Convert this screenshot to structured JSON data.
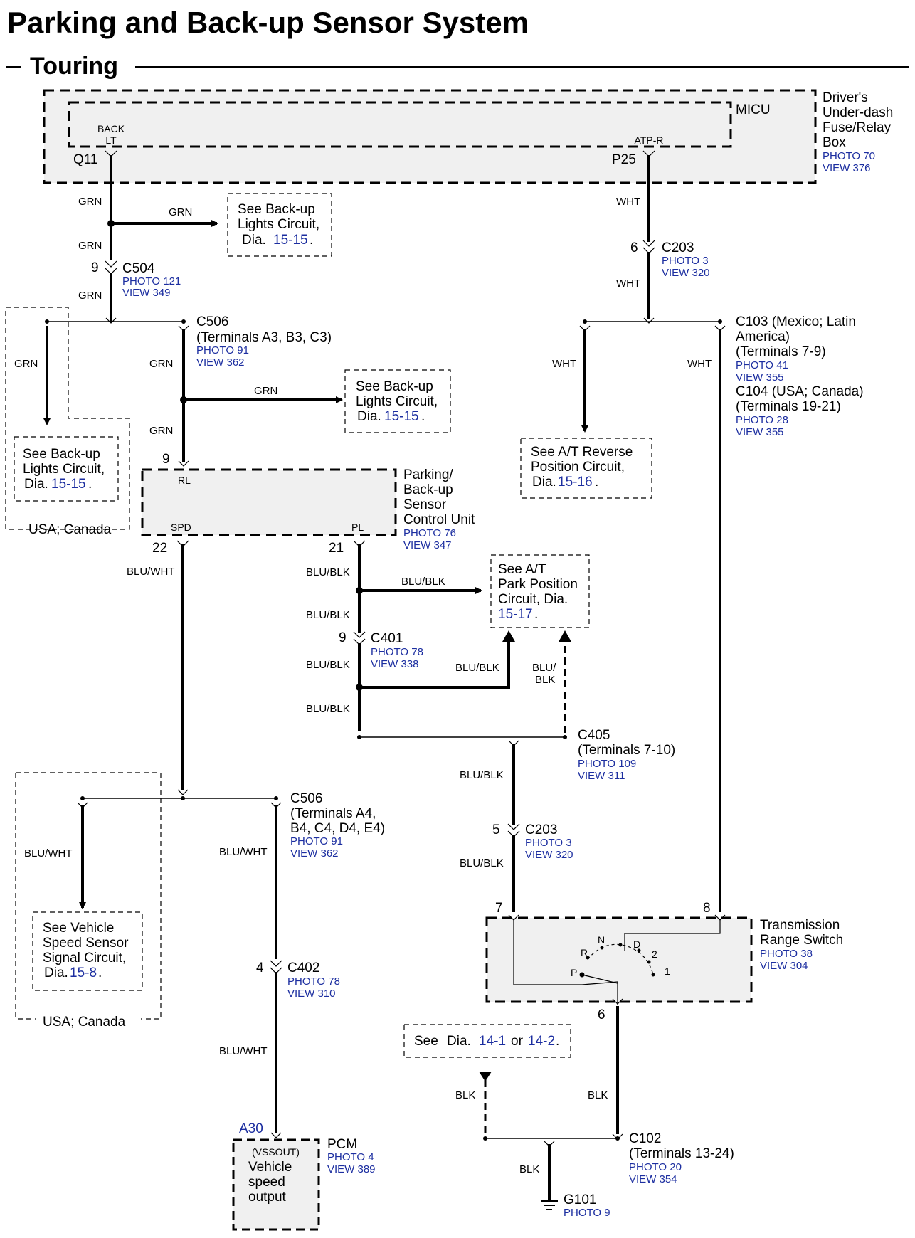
{
  "title": "Parking and Back-up Sensor System",
  "subtitle": "Touring",
  "micu": {
    "name": "MICU",
    "box": [
      "Driver's",
      "Under-dash",
      "Fuse/Relay",
      "Box"
    ],
    "photo": "PHOTO 70",
    "view": "VIEW 376",
    "back_lt_1": "BACK",
    "back_lt_2": "LT",
    "atp_r": "ATP-R",
    "q11": "Q11",
    "p25": "P25"
  },
  "wires": {
    "grn": "GRN",
    "wht": "WHT",
    "blu_wht": "BLU/WHT",
    "blu_blk": "BLU/BLK",
    "blu_slash": "BLU/",
    "blk2": "BLK",
    "blk": "BLK"
  },
  "connectors": {
    "c504": {
      "name": "C504",
      "pin": "9",
      "photo": "PHOTO 121",
      "view": "VIEW 349"
    },
    "c203_top": {
      "name": "C203",
      "pin": "6",
      "photo": "PHOTO 3",
      "view": "VIEW 320"
    },
    "c506_top": {
      "name": "C506",
      "terms": "(Terminals A3, B3, C3)",
      "photo": "PHOTO 91",
      "view": "VIEW 362"
    },
    "c103": {
      "line1": "C103 (Mexico; Latin",
      "line2": "America)",
      "terms": "(Terminals 7-9)",
      "photo": "PHOTO 41",
      "view": "VIEW 355"
    },
    "c104": {
      "name": "C104 (USA; Canada)",
      "terms": "(Terminals 19-21)",
      "photo": "PHOTO 28",
      "view": "VIEW 355"
    },
    "c401": {
      "name": "C401",
      "pin": "9",
      "photo": "PHOTO 78",
      "view": "VIEW 338"
    },
    "c405": {
      "name": "C405",
      "terms": "(Terminals 7-10)",
      "photo": "PHOTO 109",
      "view": "VIEW 311"
    },
    "c506_bot": {
      "name": "C506",
      "terms1": "(Terminals A4,",
      "terms2": "B4, C4, D4, E4)",
      "photo": "PHOTO 91",
      "view": "VIEW 362"
    },
    "c203_bot": {
      "name": "C203",
      "pin": "5",
      "photo": "PHOTO 3",
      "view": "VIEW 320"
    },
    "c402": {
      "name": "C402",
      "pin": "4",
      "photo": "PHOTO 78",
      "view": "VIEW 310"
    },
    "c102": {
      "name": "C102",
      "terms": "(Terminals 13-24)",
      "photo": "PHOTO 20",
      "view": "VIEW 354"
    },
    "g101": {
      "name": "G101",
      "photo": "PHOTO 9"
    }
  },
  "control_unit": {
    "name": [
      "Parking/",
      "Back-up",
      "Sensor",
      "Control Unit"
    ],
    "photo": "PHOTO 76",
    "view": "VIEW 347",
    "rl": "RL",
    "spd": "SPD",
    "pl": "PL",
    "pin_rl": "9",
    "pin_spd": "22",
    "pin_pl": "21"
  },
  "refs": {
    "backup1": {
      "l1": "See Back-up",
      "l2": "Lights Circuit,",
      "l3": "Dia.",
      "dia": "15-15",
      "end": "."
    },
    "backup2": {
      "l1": "See Back-up",
      "l2": "Lights Circuit,",
      "l3": "Dia.",
      "dia": "15-15",
      "end": "."
    },
    "backup3": {
      "l1": "See Back-up",
      "l2": "Lights Circuit,",
      "l3": "Dia.",
      "dia": "15-15",
      "end": "."
    },
    "atrev": {
      "l1": "See A/T Reverse",
      "l2": "Position Circuit,",
      "l3": "Dia.",
      "dia": "15-16",
      "end": "."
    },
    "atpark": {
      "l1": "See A/T",
      "l2": "Park Position",
      "l3": "Circuit,  Dia.",
      "dia": "15-17",
      "end": "."
    },
    "vss": {
      "l1": "See Vehicle",
      "l2": "Speed Sensor",
      "l3": "Signal Circuit,",
      "l4": "Dia.",
      "dia": "15-8",
      "end": "."
    },
    "see14": {
      "see": "See",
      "dia": "Dia.",
      "a": "14-1",
      "or": "or",
      "b": "14-2",
      "end": "."
    }
  },
  "usa_canada": "USA; Canada",
  "pcm": {
    "pin": "A30",
    "name": "PCM",
    "photo": "PHOTO 4",
    "view": "VIEW 389",
    "vssout": "(VSSOUT)",
    "text": [
      "Vehicle",
      "speed",
      "output"
    ]
  },
  "trs": {
    "name": [
      "Transmission",
      "Range Switch"
    ],
    "photo": "PHOTO 38",
    "view": "VIEW 304",
    "pin7": "7",
    "pin8": "8",
    "pin6": "6",
    "pos": [
      "P",
      "R",
      "N",
      "D",
      "2",
      "1"
    ]
  }
}
